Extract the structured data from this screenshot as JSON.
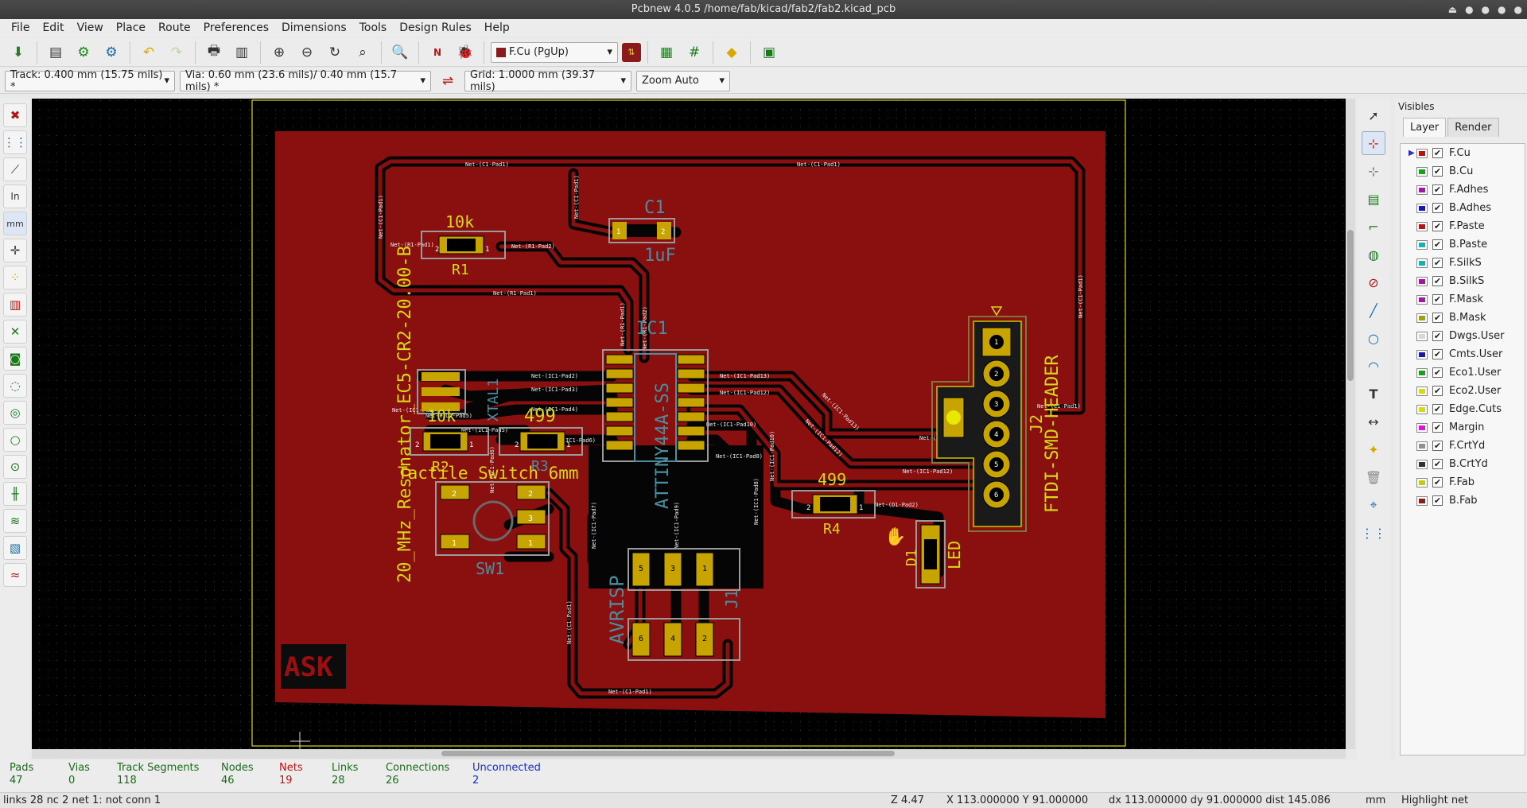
{
  "window": {
    "title": "Pcbnew 4.0.5 /home/fab/kicad/fab2/fab2.kicad_pcb",
    "controls": [
      "⏏",
      "●",
      "●",
      "●",
      "●"
    ]
  },
  "menu": [
    "File",
    "Edit",
    "View",
    "Place",
    "Route",
    "Preferences",
    "Dimensions",
    "Tools",
    "Design Rules",
    "Help"
  ],
  "toolbar": {
    "layer_select": "F.Cu (PgUp)",
    "layer_color": "#8b1a1a"
  },
  "toolbar2": {
    "track": "Track: 0.400 mm (15.75 mils) *",
    "via": "Via: 0.60 mm (23.6 mils)/ 0.40 mm (15.7 mils) *",
    "grid": "Grid: 1.0000 mm (39.37 mils)",
    "zoom": "Zoom Auto"
  },
  "left_toolbar": {
    "in_label": "In",
    "mm_label": "mm"
  },
  "board": {
    "texts": {
      "r1_value": "10k",
      "r1_ref": "R1",
      "c1_ref": "C1",
      "c1_value": "1uF",
      "r2_value": "10k",
      "r2_ref": "R2",
      "r3_value": "499",
      "r3_ref": "R3",
      "r4_value": "499",
      "r4_ref": "R4",
      "ic1_ref": "IC1",
      "ic1_value": "ATTINY44A-SS",
      "xtal_value": "20_MHz_Resonator_EC5-CR2-20.00-B",
      "xtal_ref": "XTAL1",
      "switch_value": "Tactile_Switch_6mm",
      "sw1_ref": "SW1",
      "avrisp": "AVRISP",
      "j1_ref": "J1",
      "j2_value": "FTDI-SMD-HEADER",
      "j2_ref": "J2",
      "d1_ref": "D1",
      "d1_value": "LED",
      "logo": "ASK",
      "net_c1_pad1": "Net-(C1-Pad1)",
      "net_r1_pad1": "Net-(R1-Pad1)",
      "net_r1_pad2": "Net-(R1-Pad2)",
      "net_ic1_pad2": "Net-(IC1-Pad2)",
      "net_ic1_pad3": "Net-(IC1-Pad3)",
      "net_ic1_pad4": "Net-(IC1-Pad4)",
      "net_ic1_pad5": "Net-(IC1-Pad5)",
      "net_ic1_pad6": "Net-(IC1-Pad6)",
      "net_ic1_pad7": "Net-(IC1-Pad7)",
      "net_ic1_pad8": "Net-(IC1-Pad8)",
      "net_ic1_pad9": "Net-(IC1-Pad9)",
      "net_ic1_pad10": "Net-(IC1-Pad10)",
      "net_ic1_pad12": "Net-(IC1-Pad12)",
      "net_ic1_pad13": "Net-(IC1-Pad13)",
      "net_d1_pad2": "Net-(D1-Pad2)"
    }
  },
  "visibles": {
    "header": "Visibles",
    "tabs": [
      "Layer",
      "Render"
    ],
    "layers": [
      {
        "name": "F.Cu",
        "color": "#b01818",
        "active": true
      },
      {
        "name": "B.Cu",
        "color": "#18a018"
      },
      {
        "name": "F.Adhes",
        "color": "#a018a0"
      },
      {
        "name": "B.Adhes",
        "color": "#1818b0"
      },
      {
        "name": "F.Paste",
        "color": "#b01818"
      },
      {
        "name": "B.Paste",
        "color": "#18b0b0"
      },
      {
        "name": "F.SilkS",
        "color": "#18b0b0"
      },
      {
        "name": "B.SilkS",
        "color": "#a018a0"
      },
      {
        "name": "F.Mask",
        "color": "#a018a0"
      },
      {
        "name": "B.Mask",
        "color": "#a0a018"
      },
      {
        "name": "Dwgs.User",
        "color": "#d8d8d8"
      },
      {
        "name": "Cmts.User",
        "color": "#1818a0"
      },
      {
        "name": "Eco1.User",
        "color": "#18a018"
      },
      {
        "name": "Eco2.User",
        "color": "#d8d818"
      },
      {
        "name": "Edge.Cuts",
        "color": "#d8d818"
      },
      {
        "name": "Margin",
        "color": "#d818d8"
      },
      {
        "name": "F.CrtYd",
        "color": "#909090"
      },
      {
        "name": "B.CrtYd",
        "color": "#303030"
      },
      {
        "name": "F.Fab",
        "color": "#c8c818"
      },
      {
        "name": "B.Fab",
        "color": "#8b1a1a"
      }
    ]
  },
  "stats": [
    {
      "label": "Pads",
      "value": "47"
    },
    {
      "label": "Vias",
      "value": "0"
    },
    {
      "label": "Track Segments",
      "value": "118"
    },
    {
      "label": "Nodes",
      "value": "46"
    },
    {
      "label": "Nets",
      "value": "19"
    },
    {
      "label": "Links",
      "value": "28"
    },
    {
      "label": "Connections",
      "value": "26"
    },
    {
      "label": "Unconnected",
      "value": "2"
    }
  ],
  "statusbar": {
    "message": "links 28 nc 2  net 1: not conn 1",
    "zoom": "Z 4.47",
    "xy": "X 113.000000  Y 91.000000",
    "delta": "dx 113.000000  dy 91.000000  dist 145.086",
    "units": "mm",
    "mode": "Highlight net"
  }
}
